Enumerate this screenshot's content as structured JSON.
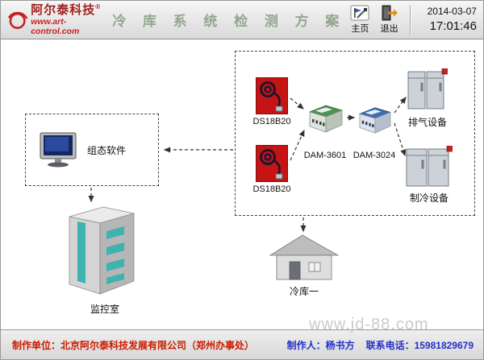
{
  "header": {
    "logo_name": "阿尔泰科技",
    "logo_reg": "®",
    "logo_url": "www.art-control.com",
    "title": "冷 库 系 统 检 测 方 案",
    "home_label": "主页",
    "exit_label": "退出",
    "date": "2014-03-07",
    "time": "17:01:46"
  },
  "diagram": {
    "software_label": "组态软件",
    "sensor1_label": "DS18B20",
    "sensor2_label": "DS18B20",
    "module_daq_label": "DAM-3601",
    "module_out_label": "DAM-3024",
    "exhaust_label": "排气设备",
    "cooling_label": "制冷设备",
    "monitor_room_label": "监控室",
    "cold_store_label": "冷库一"
  },
  "footer": {
    "maker_unit": "制作单位：北京阿尔泰科技发展有限公司（郑州办事处）",
    "maker_person": "制作人：杨书方",
    "contact_phone": "联系电话：15981829679",
    "watermark": "www.jd-88.com"
  },
  "colors": {
    "accent_red": "#cc2222",
    "title_green": "#93a68f",
    "sensor_red": "#c61414",
    "module_green": "#4f9150",
    "module_blue": "#3e6fb4",
    "window_teal": "#3fb3ad",
    "footer_red": "#cc1a00",
    "footer_blue": "#2230c8"
  }
}
